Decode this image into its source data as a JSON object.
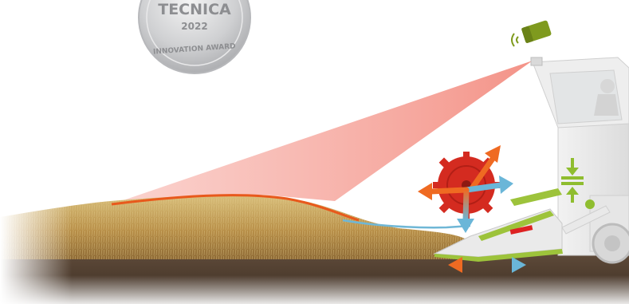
{
  "medal": {
    "title": "TECNICA",
    "year": "2022",
    "subtitle": "INNOVATION AWARD"
  },
  "colors": {
    "laser_beam": "#f28a80",
    "crop_surface_line": "#e8591c",
    "ground_contour_line": "#6fb7d6",
    "reel_red": "#d42b20",
    "arrow_orange": "#ef6a22",
    "arrow_blue": "#6ab6d8",
    "sensor_green": "#7f9a1e",
    "header_green": "#9dc33b",
    "soil": "#4f3d2f",
    "crop": "#c8a660"
  },
  "icons": {
    "sensor": "green-sensor-icon",
    "wifi": "signal-waves-icon",
    "compression": "compress-arrows-icon"
  }
}
